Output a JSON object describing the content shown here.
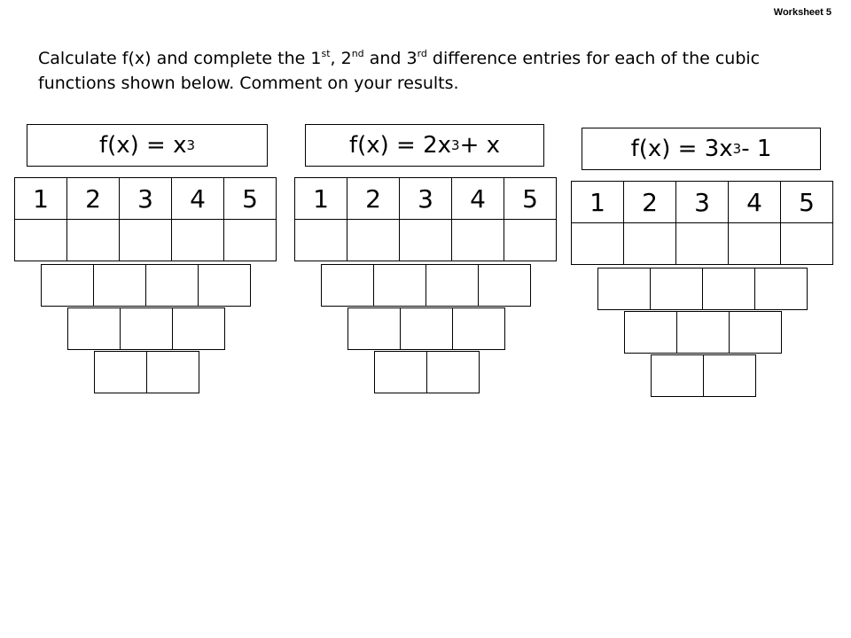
{
  "worksheet_label": "Worksheet 5",
  "instructions": {
    "part1": "Calculate f(x) and complete the 1",
    "sup1": "st",
    "part2": ", 2",
    "sup2": "nd",
    "part3": " and 3",
    "sup3": "rd",
    "part4": " difference entries for each of the cubic functions shown below. Comment on your results."
  },
  "functions": [
    {
      "label_before": "f(x) = x",
      "exponent": "3",
      "label_after": "",
      "x_values": [
        "1",
        "2",
        "3",
        "4",
        "5"
      ],
      "fx_values": [
        "",
        "",
        "",
        "",
        ""
      ],
      "first_diff": [
        "",
        "",
        "",
        ""
      ],
      "second_diff": [
        "",
        "",
        ""
      ],
      "third_diff": [
        "",
        ""
      ]
    },
    {
      "label_before": "f(x) = 2x",
      "exponent": "3",
      "label_after": " + x",
      "x_values": [
        "1",
        "2",
        "3",
        "4",
        "5"
      ],
      "fx_values": [
        "",
        "",
        "",
        "",
        ""
      ],
      "first_diff": [
        "",
        "",
        "",
        ""
      ],
      "second_diff": [
        "",
        "",
        ""
      ],
      "third_diff": [
        "",
        ""
      ]
    },
    {
      "label_before": "f(x) = 3x",
      "exponent": "3",
      "label_after": " - 1",
      "x_values": [
        "1",
        "2",
        "3",
        "4",
        "5"
      ],
      "fx_values": [
        "",
        "",
        "",
        "",
        ""
      ],
      "first_diff": [
        "",
        "",
        "",
        ""
      ],
      "second_diff": [
        "",
        "",
        ""
      ],
      "third_diff": [
        "",
        ""
      ]
    }
  ]
}
